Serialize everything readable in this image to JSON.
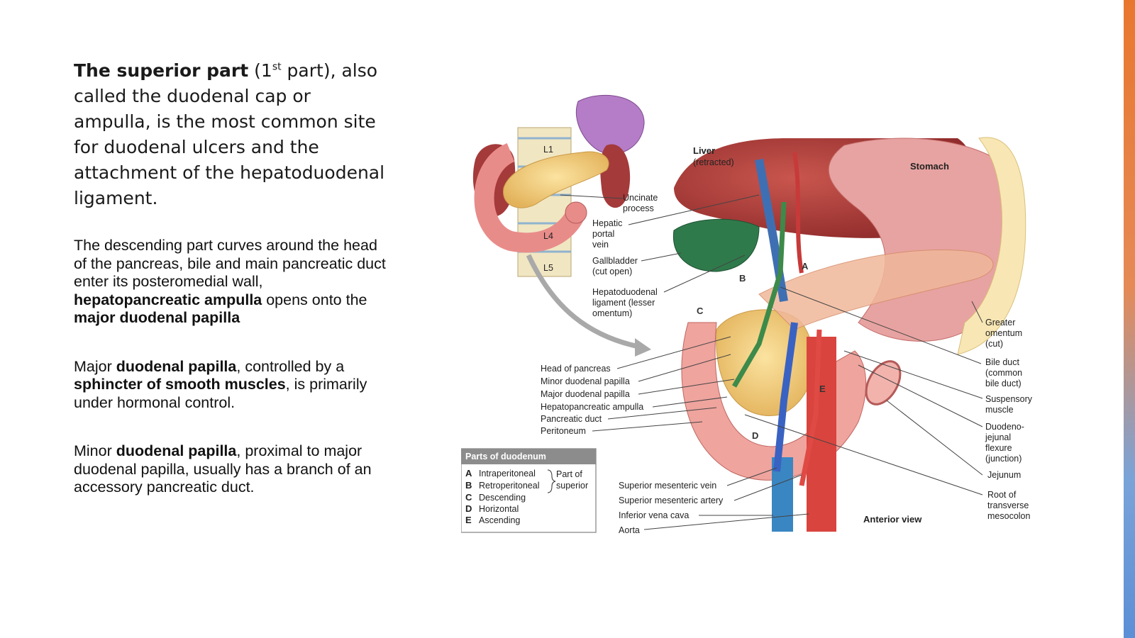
{
  "text": {
    "p1": {
      "bold": "The superior part",
      "paren_open": " (1",
      "sup": "st",
      "paren_close": " part),",
      "rest": " also called the duodenal cap or ampulla, is the most common site for duodenal ulcers and the attachment of the hepatoduodenal ligament."
    },
    "p2": {
      "t1": "The descending part curves around the head of the pancreas, bile and main pancreatic duct enter its posteromedial wall, ",
      "b1": "hepatopancreatic ampulla",
      "t2": " opens onto the ",
      "b2": "major duodenal papilla"
    },
    "p3": {
      "t1": "Major ",
      "b1": "duodenal papilla",
      "t2": ", controlled by a ",
      "b2": "sphincter of smooth muscles",
      "t3": ", is primarily under hormonal control."
    },
    "p4": {
      "t1": "Minor ",
      "b1": "duodenal papilla",
      "t2": ", proximal to major duodenal papilla, usually has a branch of an accessory pancreatic duct."
    }
  },
  "figure": {
    "vertebrae": [
      "L1",
      "L4",
      "L5"
    ],
    "labels": {
      "uncinate_1": "Uncinate",
      "uncinate_2": "process",
      "hepatic_portal_1": "Hepatic",
      "hepatic_portal_2": "portal",
      "hepatic_portal_3": "vein",
      "gallbladder_1": "Gallbladder",
      "gallbladder_2": "(cut open)",
      "hepatoduodenal_1": "Hepatoduodenal",
      "hepatoduodenal_2": "ligament (lesser",
      "hepatoduodenal_3": "omentum)",
      "liver_1": "Liver",
      "liver_2": "(retracted)",
      "stomach": "Stomach",
      "greater_omentum_1": "Greater",
      "greater_omentum_2": "omentum",
      "greater_omentum_3": "(cut)",
      "bile_duct_1": "Bile duct",
      "bile_duct_2": "(common",
      "bile_duct_3": "bile duct)",
      "suspensory_1": "Suspensory",
      "suspensory_2": "muscle",
      "dj_1": "Duodeno-",
      "dj_2": "jejunal",
      "dj_3": "flexure",
      "dj_4": "(junction)",
      "jejunum": "Jejunum",
      "root_1": "Root of",
      "root_2": "transverse",
      "root_3": "mesocolon",
      "head_pancreas": "Head of pancreas",
      "minor_papilla": "Minor duodenal papilla",
      "major_papilla": "Major duodenal papilla",
      "hepatopancreatic_ampulla": "Hepatopancreatic ampulla",
      "pancreatic_duct": "Pancreatic duct",
      "peritoneum": "Peritoneum",
      "sup_mes_vein": "Superior mesenteric vein",
      "sup_mes_artery": "Superior mesenteric artery",
      "ivc": "Inferior vena cava",
      "aorta": "Aorta",
      "anterior_view": "Anterior view"
    },
    "letters": [
      "A",
      "B",
      "C",
      "D",
      "E"
    ],
    "legend": {
      "title": "Parts of duodenum",
      "rows": [
        {
          "letter": "A",
          "text": "Intraperitoneal"
        },
        {
          "letter": "B",
          "text": "Retroperitoneal"
        },
        {
          "letter": "C",
          "text": "Descending"
        },
        {
          "letter": "D",
          "text": "Horizontal"
        },
        {
          "letter": "E",
          "text": "Ascending"
        }
      ],
      "brace_1": "Part of",
      "brace_2": "superior"
    }
  },
  "colors": {
    "accent_top": "#e8772e",
    "accent_bottom": "#5b8fd6"
  }
}
